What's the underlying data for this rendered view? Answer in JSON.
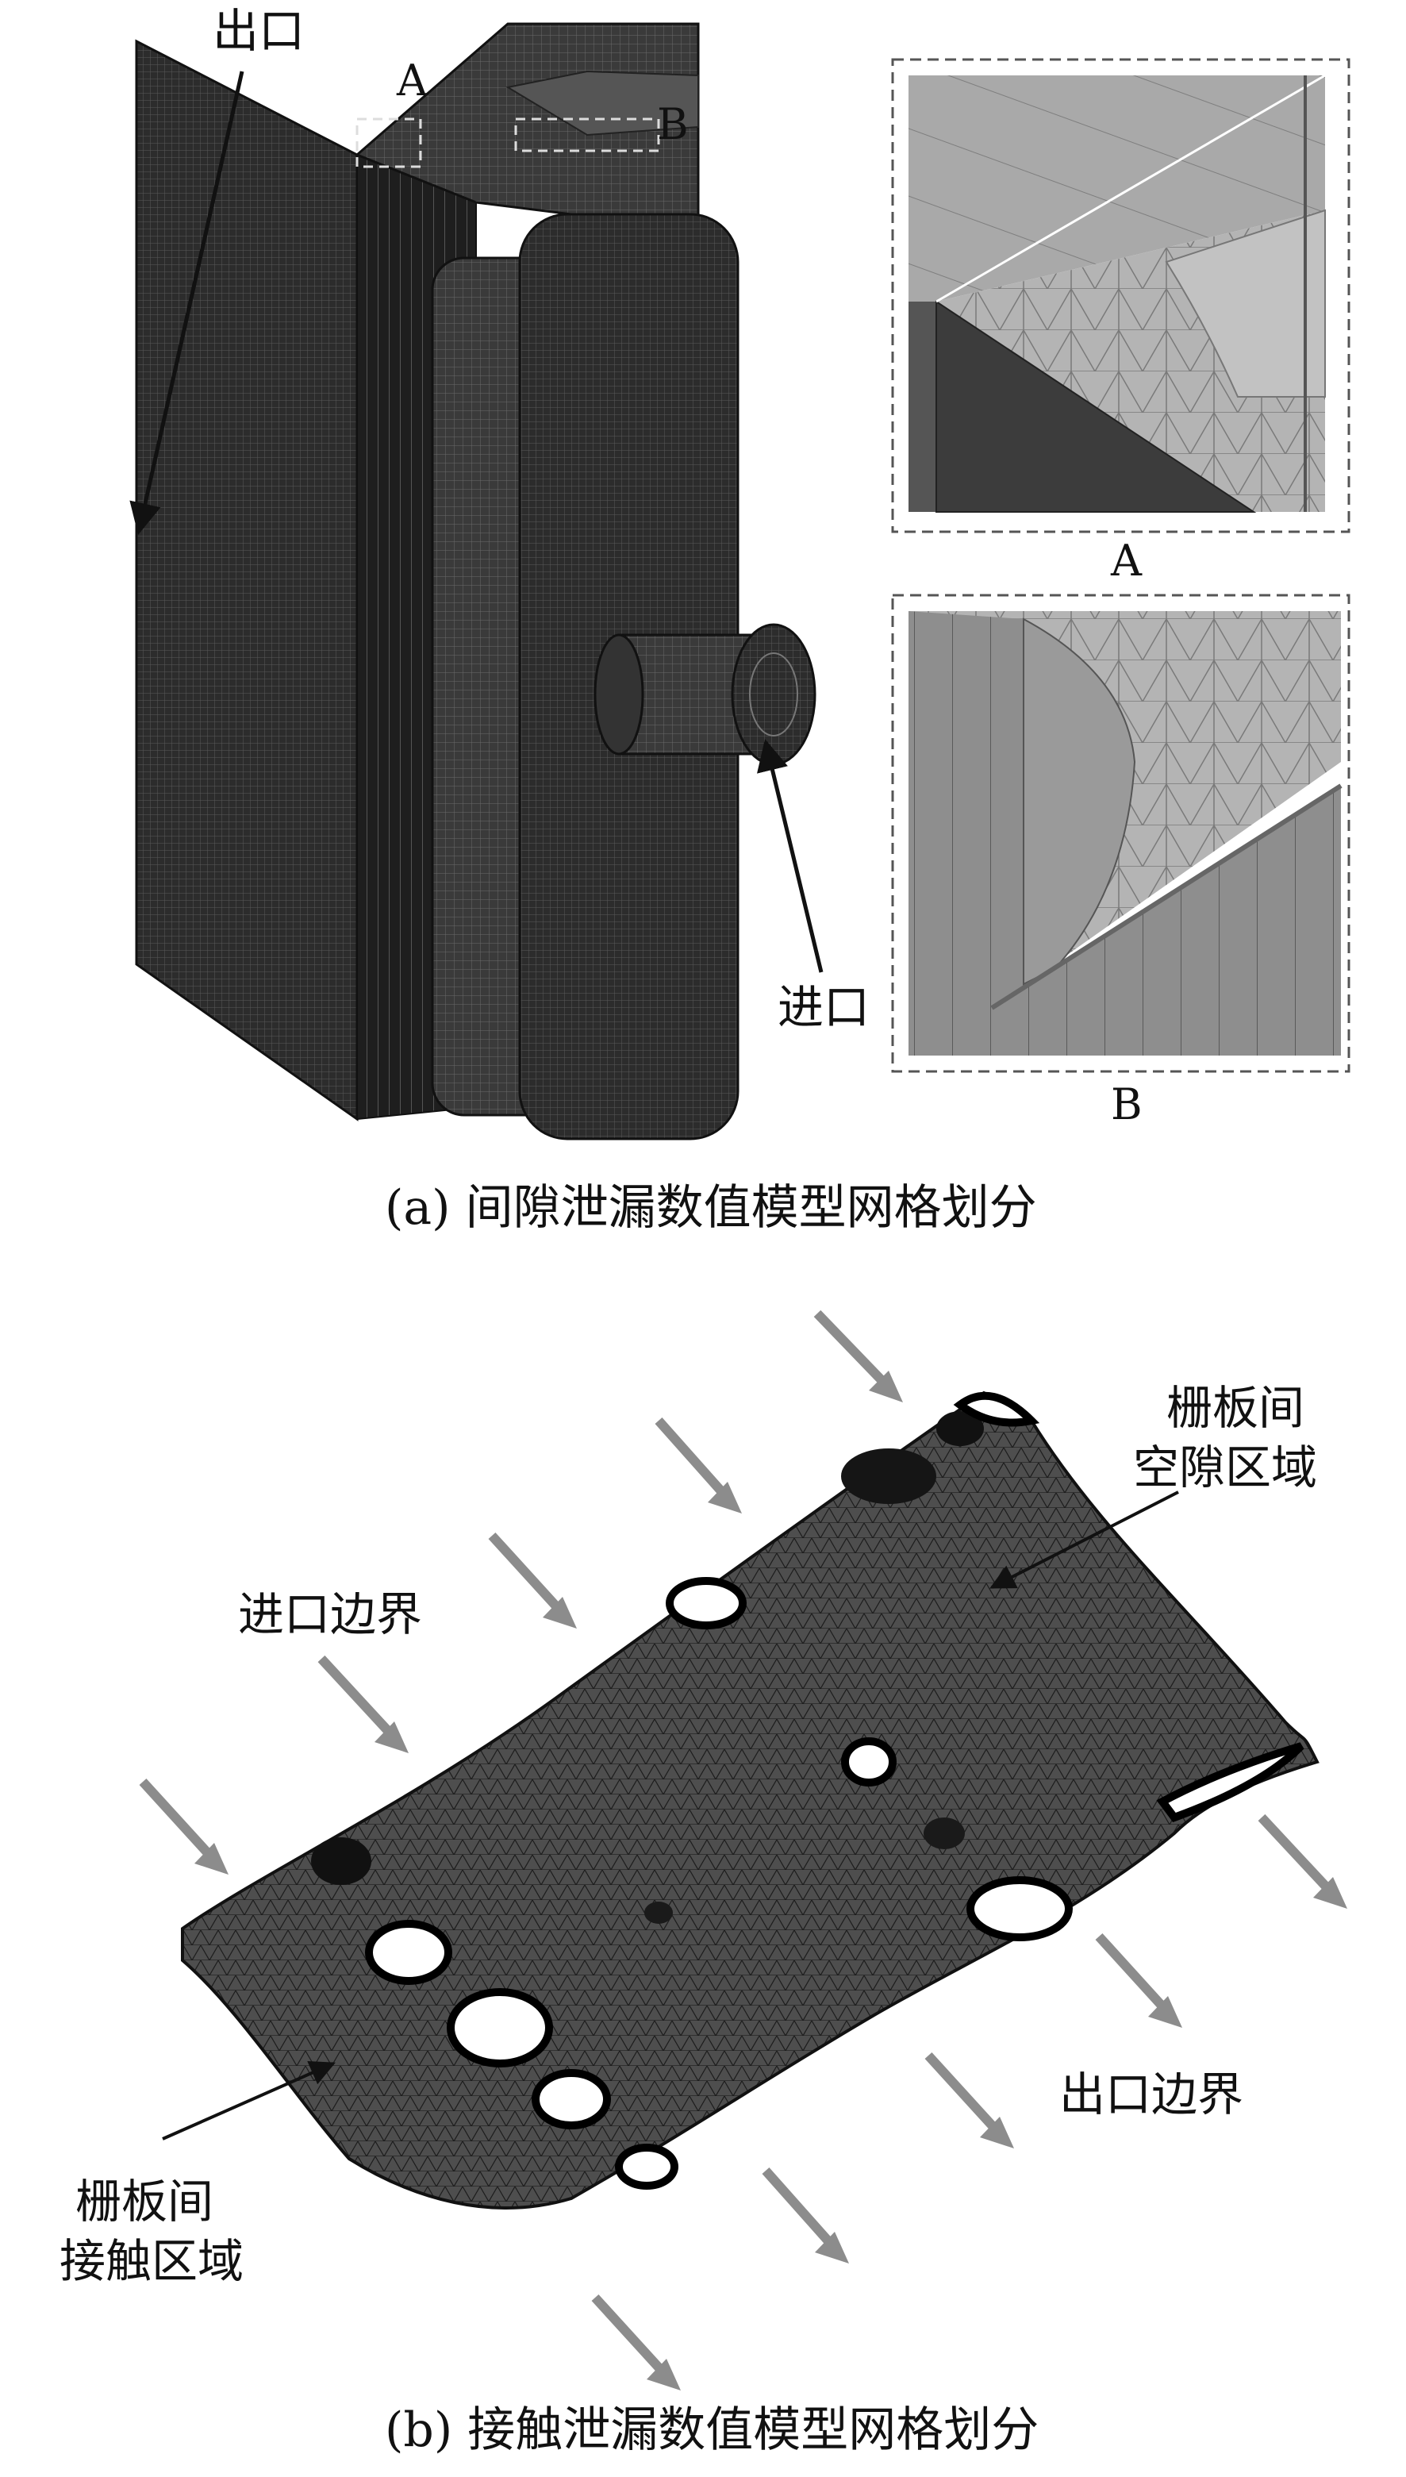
{
  "panel_a": {
    "caption": "(a) 间隙泄漏数值模型网格划分",
    "label_outlet": "出口",
    "label_inlet": "进口",
    "marker_a": "A",
    "marker_b": "B",
    "inset_a_label": "A",
    "inset_b_label": "B"
  },
  "panel_b": {
    "caption": "(b) 接触泄漏数值模型网格划分",
    "label_inlet_boundary": "进口边界",
    "label_outlet_boundary": "出口边界",
    "label_gap_region_line1": "栅板间",
    "label_gap_region_line2": "空隙区域",
    "label_contact_region_line1": "栅板间",
    "label_contact_region_line2": "接触区域"
  },
  "colors": {
    "mesh_dark": "#2a2a2a",
    "mesh_mid": "#4a4a4a",
    "inset_light": "#a8a8a8",
    "inset_dark": "#3c3c3c",
    "arrow_gray": "#8c8c8c"
  }
}
